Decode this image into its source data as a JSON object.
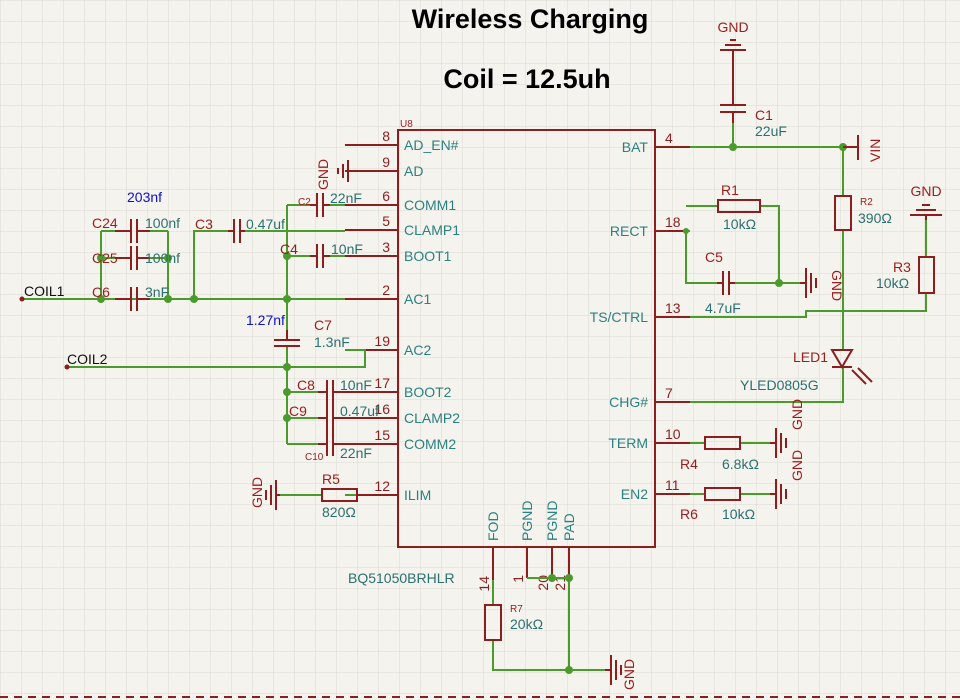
{
  "title": "Wireless Charging",
  "subtitle": "Coil = 12.5uh",
  "chip": {
    "ref": "U8",
    "part": "BQ51050BRHLR",
    "left_pins": [
      {
        "num": "8",
        "name": "AD_EN#"
      },
      {
        "num": "9",
        "name": "AD"
      },
      {
        "num": "6",
        "name": "COMM1"
      },
      {
        "num": "5",
        "name": "CLAMP1"
      },
      {
        "num": "3",
        "name": "BOOT1"
      },
      {
        "num": "2",
        "name": "AC1"
      },
      {
        "num": "19",
        "name": "AC2"
      },
      {
        "num": "17",
        "name": "BOOT2"
      },
      {
        "num": "16",
        "name": "CLAMP2"
      },
      {
        "num": "15",
        "name": "COMM2"
      },
      {
        "num": "12",
        "name": "ILIM"
      }
    ],
    "right_pins": [
      {
        "num": "4",
        "name": "BAT"
      },
      {
        "num": "18",
        "name": "RECT"
      },
      {
        "num": "13",
        "name": "TS/CTRL"
      },
      {
        "num": "7",
        "name": "CHG#"
      },
      {
        "num": "10",
        "name": "TERM"
      },
      {
        "num": "11",
        "name": "EN2"
      }
    ],
    "bottom_pins": [
      {
        "num": "14",
        "name": "FOD"
      },
      {
        "num": "1",
        "name": "PGND"
      },
      {
        "num": "20",
        "name": "PGND"
      },
      {
        "num": "21",
        "name": "PAD"
      }
    ]
  },
  "nets": {
    "coil1": "COIL1",
    "coil2": "COIL2",
    "gnd": "GND",
    "vin": "VIN"
  },
  "notes": {
    "cap_total": "203nf",
    "c7_note": "1.27nf"
  },
  "components": {
    "C1": {
      "ref": "C1",
      "value": "22uF"
    },
    "C2": {
      "ref": "C2",
      "value": "22nF"
    },
    "C3": {
      "ref": "C3",
      "value": "0.47uf"
    },
    "C4": {
      "ref": "C4",
      "value": "10nF"
    },
    "C5": {
      "ref": "C5",
      "value": "4.7uF"
    },
    "C6": {
      "ref": "C6",
      "value": "3nF"
    },
    "C7": {
      "ref": "C7",
      "value": "1.3nF"
    },
    "C8": {
      "ref": "C8",
      "value": "10nF"
    },
    "C9": {
      "ref": "C9",
      "value": "0.47uf"
    },
    "C10": {
      "ref": "C10",
      "value": "22nF"
    },
    "C24": {
      "ref": "C24",
      "value": "100nf"
    },
    "C25": {
      "ref": "C25",
      "value": "100nf"
    },
    "R1": {
      "ref": "R1",
      "value": "10kΩ"
    },
    "R2": {
      "ref": "R2",
      "value": "390Ω"
    },
    "R3": {
      "ref": "R3",
      "value": "10kΩ"
    },
    "R4": {
      "ref": "R4",
      "value": "6.8kΩ"
    },
    "R5": {
      "ref": "R5",
      "value": "820Ω"
    },
    "R6": {
      "ref": "R6",
      "value": "10kΩ"
    },
    "R7": {
      "ref": "R7",
      "value": "20kΩ"
    },
    "LED1": {
      "ref": "LED1",
      "value": "YLED0805G"
    }
  },
  "colors": {
    "wire": "#4b9b2c",
    "component": "#8b1e1e",
    "pin_label": "#2b8080",
    "background": "#f5f3ee",
    "note": "#1010c8"
  }
}
